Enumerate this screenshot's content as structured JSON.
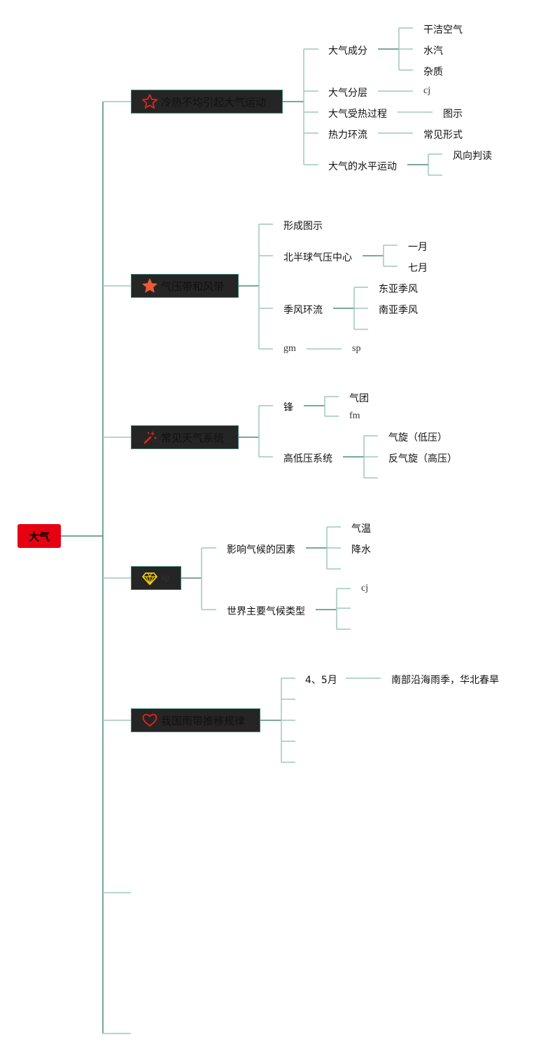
{
  "root": {
    "label": "大气"
  },
  "topics": [
    {
      "label": "冷热不均引起大气运动",
      "icon": "star-outline-icon",
      "children": [
        {
          "label": "大气成分",
          "children": [
            "干洁空气",
            "水汽",
            "杂质"
          ]
        },
        {
          "label": "大气分层",
          "children": [
            "cj"
          ]
        },
        {
          "label": "大气受热过程",
          "children": [
            "图示"
          ]
        },
        {
          "label": "热力环流",
          "children": [
            "常见形式"
          ]
        },
        {
          "label": "大气的水平运动",
          "children": [
            "风向判读",
            ""
          ]
        }
      ]
    },
    {
      "label": "气压带和风带",
      "icon": "star-filled-icon",
      "children": [
        {
          "label": "形成图示",
          "children": []
        },
        {
          "label": "北半球气压中心",
          "children": [
            "一月",
            "七月"
          ]
        },
        {
          "label": "季风环流",
          "children": [
            "东亚季风",
            "南亚季风",
            ""
          ]
        },
        {
          "label": "gm",
          "children": [
            "sp"
          ]
        }
      ]
    },
    {
      "label": "常见天气系统",
      "icon": "magic-wand-icon",
      "children": [
        {
          "label": "锋",
          "children": [
            "气团",
            "fm"
          ]
        },
        {
          "label": "高低压系统",
          "children": [
            "气旋（低压）",
            "反气旋（高压）",
            ""
          ]
        }
      ]
    },
    {
      "label": "sp",
      "icon": "diamond-icon",
      "children": [
        {
          "label": "影响气候的因素",
          "children": [
            "气温",
            "降水",
            ""
          ]
        },
        {
          "label": "世界主要气候类型",
          "children": [
            "cj",
            "",
            ""
          ]
        }
      ]
    },
    {
      "label": "我国雨带推移规律",
      "icon": "heart-outline-icon",
      "children": [
        {
          "label": "4、5月",
          "children": [
            "南部沿海雨季，华北春旱"
          ]
        },
        {
          "label": "",
          "children": []
        },
        {
          "label": "",
          "children": []
        },
        {
          "label": "",
          "children": []
        },
        {
          "label": "",
          "children": []
        }
      ]
    }
  ],
  "empty_branches": [
    "",
    ""
  ],
  "colors": {
    "root": "#e60012",
    "topic_bg": "#252525",
    "topic_border": "#3c7d6f",
    "line_light": "#9fc7be",
    "line_dark": "#4e8a7c",
    "icon_red": "#e1261c",
    "icon_orange": "#ee5a36",
    "icon_yellow": "#f5d000"
  }
}
